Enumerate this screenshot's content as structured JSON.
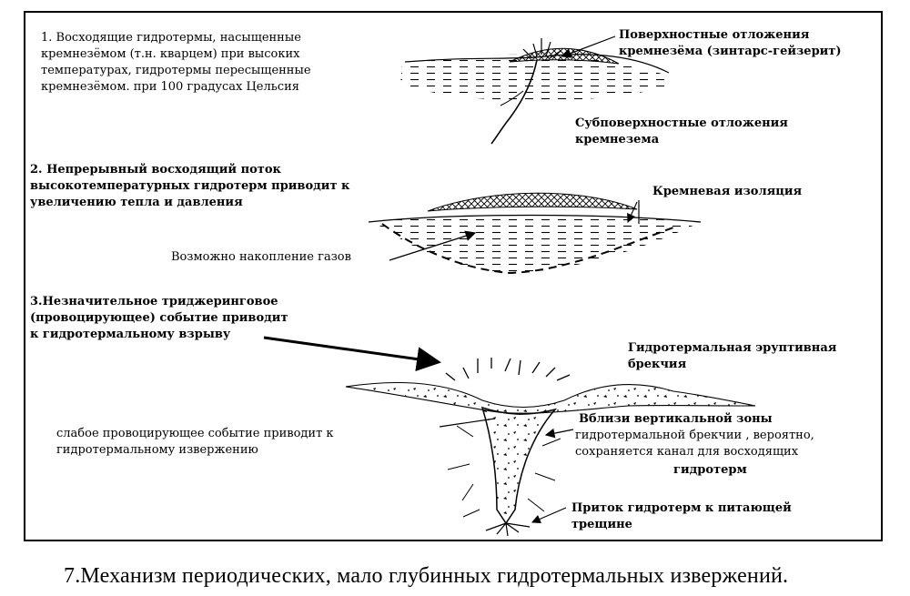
{
  "caption": "7.Механизм периодических, мало глубинных гидротермальных извержений.",
  "stages": [
    {
      "text": "1. Восходящие гидротермы, насыщенные\nкремнезёмом (т.н. кварцем) при высоких\nтемпературах, гидротермы пересыщенные\nкремнезёмом. при 100 градусах Цельсия"
    },
    {
      "text": "2. Непрерывный восходящий поток\nвысокотемпературных гидротерм приводит к\nувеличению тепла и давления"
    },
    {
      "text": "3.Незначительное триджеринговое\n(провоцирующее) событие приводит\nк гидротермальному взрыву"
    }
  ],
  "labels": {
    "surface_deposits": "Поверхностные отложения\nкремнезёма (зинтарс-гейзерит)",
    "subsurface_deposits": "Субповерхностные отложения\nкремнезема",
    "silica_seal": "Кремневая изоляция",
    "gas_accumulation": "Возможно накопление газов",
    "eruptive_breccia": "Гидротермальная эруптивная\nбрекчия",
    "weak_event": "слабое провоцирующее событие приводит к\nгидротермальному извержению",
    "vertical_zone_line1": "Вблизи вертикальной зоны",
    "vertical_zone_line2": "гидротермальной брекчии , вероятно,\nсохраняется канал для восходящих",
    "vertical_zone_line3": "гидротерм",
    "inflow": "Приток гидротерм к питающей\nтрещине"
  }
}
